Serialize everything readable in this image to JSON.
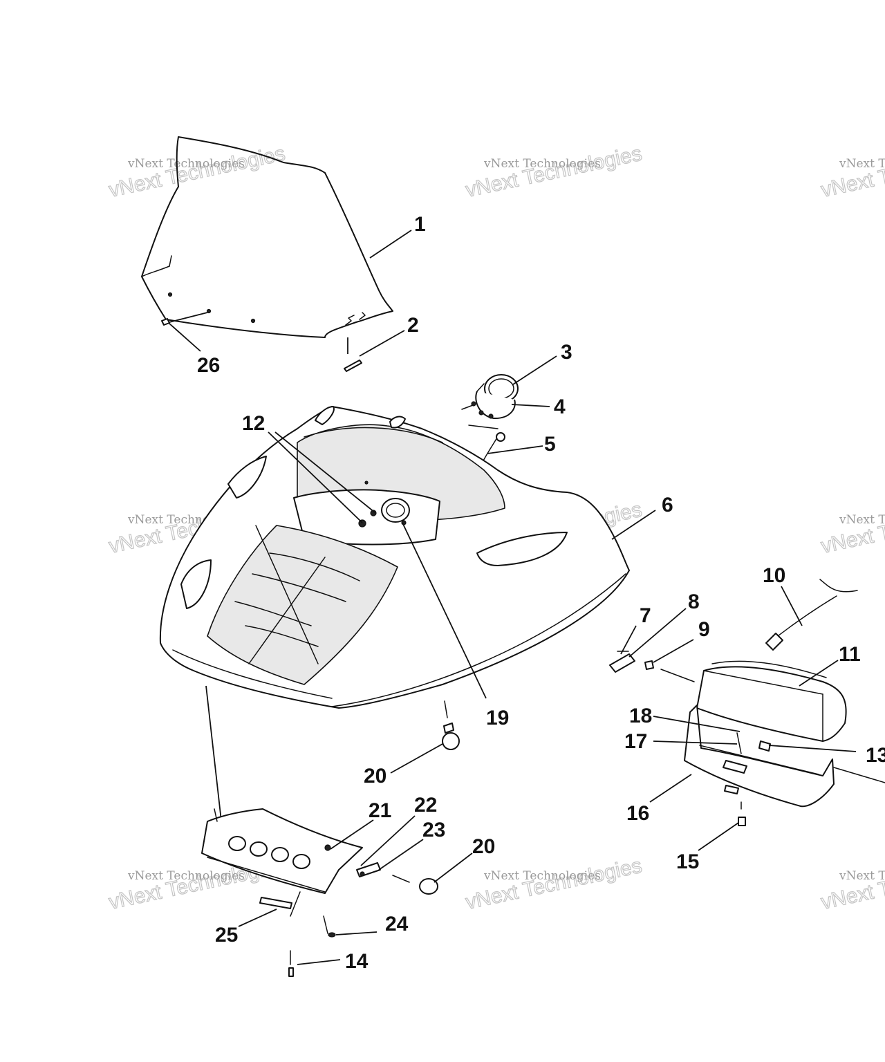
{
  "watermark": {
    "line1": "vNext Technologies",
    "line2": "vNext Technologies"
  },
  "callouts": [
    {
      "id": "1",
      "text": "1"
    },
    {
      "id": "2",
      "text": "2"
    },
    {
      "id": "3",
      "text": "3"
    },
    {
      "id": "4",
      "text": "4"
    },
    {
      "id": "5",
      "text": "5"
    },
    {
      "id": "6",
      "text": "6"
    },
    {
      "id": "7",
      "text": "7"
    },
    {
      "id": "8",
      "text": "8"
    },
    {
      "id": "9",
      "text": "9"
    },
    {
      "id": "10",
      "text": "10"
    },
    {
      "id": "11",
      "text": "11"
    },
    {
      "id": "12",
      "text": "12"
    },
    {
      "id": "13",
      "text": "13"
    },
    {
      "id": "14",
      "text": "14"
    },
    {
      "id": "15",
      "text": "15"
    },
    {
      "id": "16",
      "text": "16"
    },
    {
      "id": "17",
      "text": "17"
    },
    {
      "id": "18",
      "text": "18"
    },
    {
      "id": "19",
      "text": "19"
    },
    {
      "id": "20a",
      "text": "20"
    },
    {
      "id": "20b",
      "text": "20"
    },
    {
      "id": "21",
      "text": "21"
    },
    {
      "id": "22",
      "text": "22"
    },
    {
      "id": "23",
      "text": "23"
    },
    {
      "id": "24",
      "text": "24"
    },
    {
      "id": "25",
      "text": "25"
    },
    {
      "id": "26",
      "text": "26"
    }
  ]
}
